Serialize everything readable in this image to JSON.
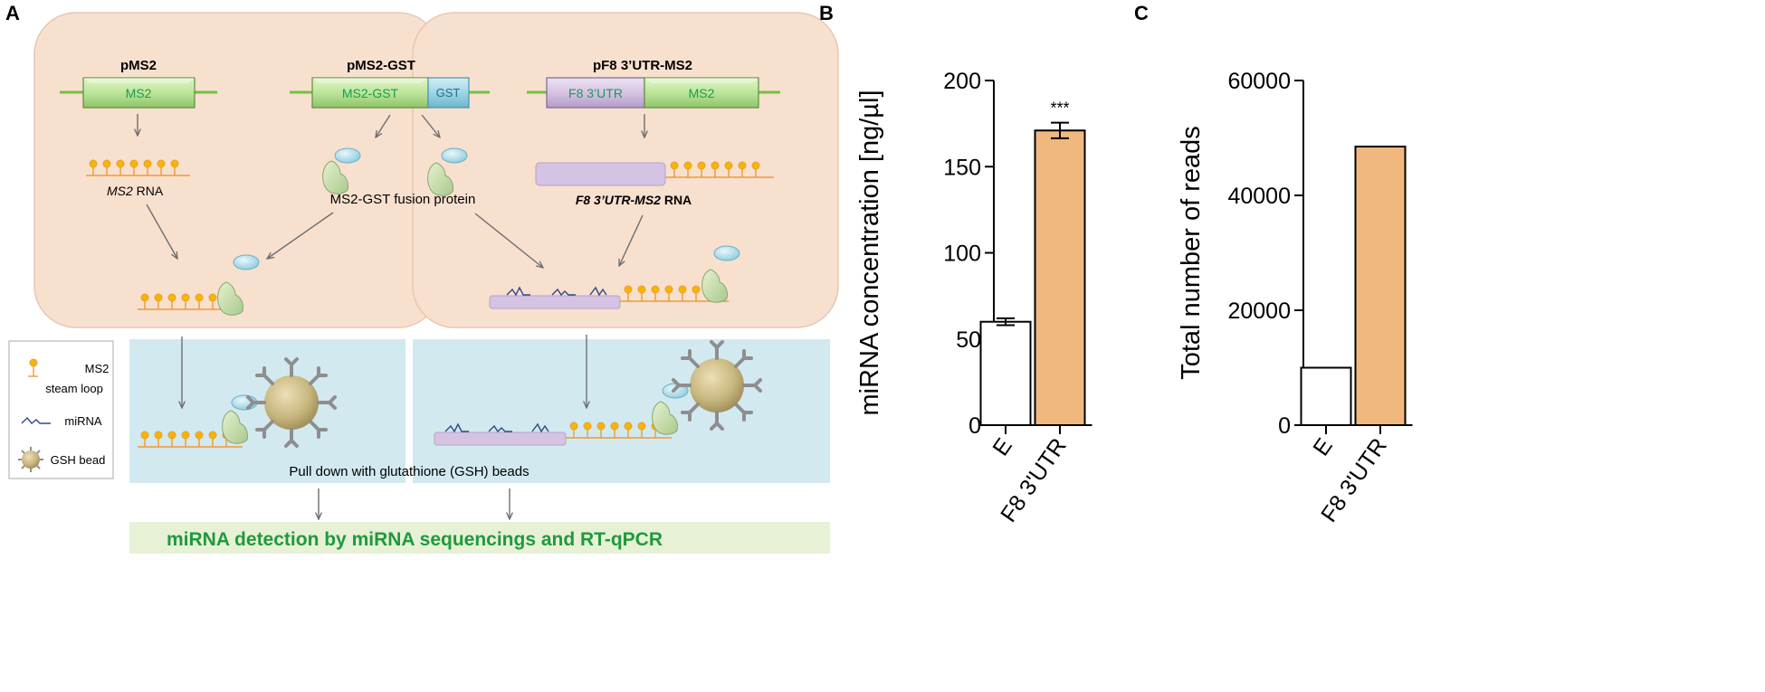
{
  "panels": {
    "a": "A",
    "b": "B",
    "c": "C"
  },
  "constructs": {
    "pms2": {
      "title": "pMS2",
      "box": "MS2"
    },
    "pms2_gst": {
      "title": "pMS2-GST",
      "box1": "MS2-GST",
      "box2": "GST"
    },
    "pf8": {
      "title": "pF8 3’UTR-MS2",
      "box1": "F8  3’UTR",
      "box2": "MS2"
    }
  },
  "labels": {
    "ms2_rna_italic": "MS2",
    "ms2_rna_rest": " RNA",
    "fusion_protein": "MS2-GST fusion protein",
    "f8_rna_italic": "F8 3’UTR-MS2",
    "f8_rna_rest": " RNA",
    "pull_down": "Pull down with glutathione (GSH) beads",
    "detection": "miRNA detection by  miRNA sequencings and RT-qPCR"
  },
  "legend": {
    "loop_line1": "MS2",
    "loop_line2": "steam loop",
    "mirna": "miRNA",
    "bead": "GSH bead"
  },
  "colors": {
    "panel_peach": "#f8e0cf",
    "panel_blue": "#d2e9f0",
    "gene_green": "#bce59a",
    "gst_blue": "#9dd5e5",
    "utr_purple": "#d5c3e3",
    "rna_orange": "#f09a33",
    "loop_yellow": "#f2b800",
    "detection_green": "#1f9a3c",
    "bar_orange": "#f1b87e",
    "arrow_gray": "#6e6e6e"
  },
  "chart_data": [
    {
      "type": "bar",
      "panel": "B",
      "categories": [
        "E",
        "F8 3'UTR"
      ],
      "values": [
        60,
        171
      ],
      "errors": [
        2,
        4.5
      ],
      "annotations": [
        "",
        "***"
      ],
      "title": "",
      "xlabel": "",
      "ylabel": "miRNA concentration [ng/µl]",
      "ylim": [
        0,
        200
      ],
      "yticks": [
        0,
        50,
        100,
        150,
        200
      ],
      "bar_colors": [
        "#ffffff",
        "#f1b87e"
      ],
      "grid": false
    },
    {
      "type": "bar",
      "panel": "C",
      "categories": [
        "E",
        "F8 3'UTR"
      ],
      "values": [
        10000,
        48500
      ],
      "title": "",
      "xlabel": "",
      "ylabel": "Total number of reads",
      "ylim": [
        0,
        60000
      ],
      "yticks": [
        0,
        20000,
        40000,
        60000
      ],
      "bar_colors": [
        "#ffffff",
        "#f1b87e"
      ],
      "grid": false
    }
  ]
}
